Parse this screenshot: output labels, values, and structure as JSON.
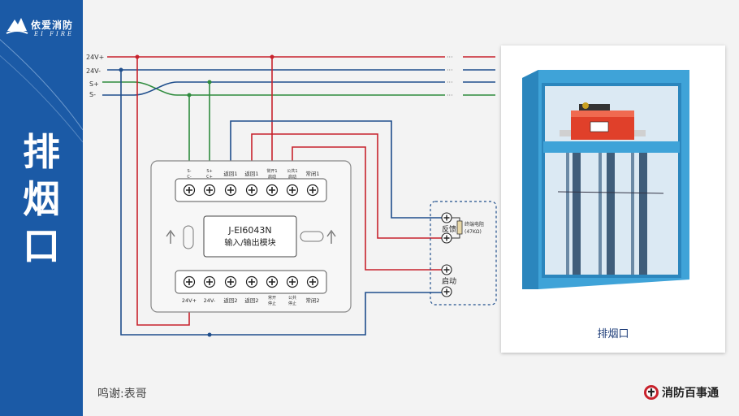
{
  "logo": {
    "name_cn": "依爱消防",
    "name_en": "EI FIRE"
  },
  "side_title": [
    "排",
    "烟",
    "口"
  ],
  "bus_labels": [
    "24V+",
    "24V-",
    "S+",
    "S-"
  ],
  "module": {
    "title": "J-EI6043N",
    "subtitle": "输入/输出模块",
    "top_terminals": [
      "S-\nC-",
      "S+\nC+",
      "返回1",
      "返回1",
      "常开1\n启动",
      "公共1\n启动",
      "常闭1"
    ],
    "bottom_terminals": [
      "24V+",
      "24V-",
      "返回2",
      "返回2",
      "常开\n停止",
      "公共\n停止",
      "常闭2"
    ]
  },
  "device_box": {
    "feedback_label": "反馈",
    "resistor_label": "终端电阻\n(47KΩ)",
    "start_label": "启动"
  },
  "photo": {
    "caption": "排烟口"
  },
  "footer": {
    "thanks": "鸣谢:表哥",
    "brand": "消防百事通"
  },
  "colors": {
    "sidebar": "#1b5aa6",
    "red_wire": "#c8222c",
    "blue_wire": "#1f4e8c",
    "green_wire": "#2e8b3d",
    "damper_blue": "#3fa3d8",
    "actuator_red": "#e0402a"
  }
}
